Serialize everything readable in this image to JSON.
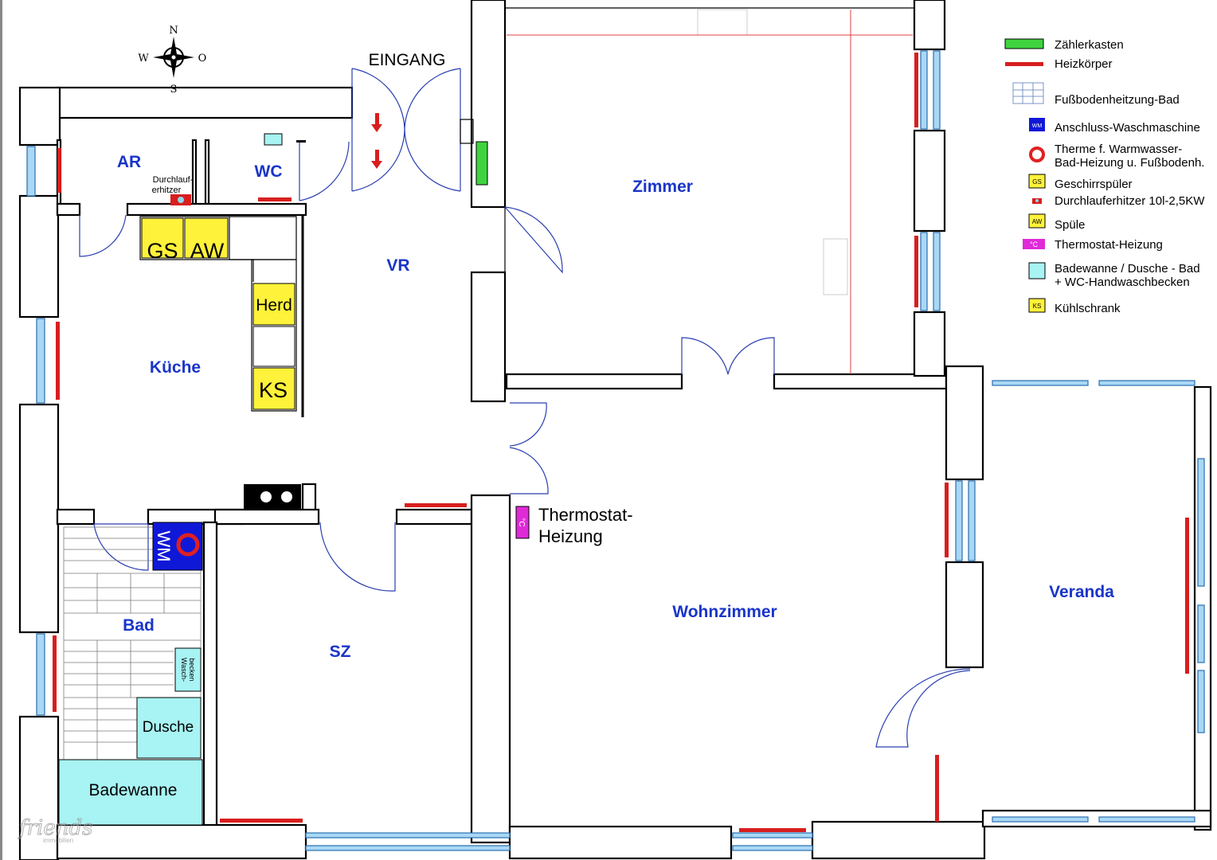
{
  "compass": {
    "n": "N",
    "s": "S",
    "w": "W",
    "o": "O"
  },
  "entrance": "EINGANG",
  "rooms": {
    "ar": "AR",
    "wc": "WC",
    "zimmer": "Zimmer",
    "vr": "VR",
    "kueche": "Küche",
    "bad": "Bad",
    "sz": "SZ",
    "wohnzimmer": "Wohnzimmer",
    "veranda": "Veranda"
  },
  "fixtures": {
    "gs": "GS",
    "aw": "AW",
    "herd": "Herd",
    "ks": "KS",
    "wm": "WM",
    "durchlauf_1": "Durchlauf-",
    "durchlauf_2": "erhitzer",
    "wasch_1": "Wasch-",
    "wasch_2": "becken",
    "dusche": "Dusche",
    "badewanne": "Badewanne",
    "thermostat_1": "Thermostat-",
    "thermostat_2": "Heizung",
    "thermostat_symbol": "°C"
  },
  "legend": [
    {
      "key": "zaehlerkasten",
      "lines": [
        "Zählerkasten"
      ]
    },
    {
      "key": "heizkoerper",
      "lines": [
        "Heizkörper"
      ]
    },
    {
      "key": "fussbodenheizung",
      "lines": [
        "Fußbodenheitzung-Bad"
      ]
    },
    {
      "key": "waschmaschine",
      "lines": [
        "Anschluss-Waschmaschine"
      ],
      "swatch_text": "WM"
    },
    {
      "key": "therme",
      "lines": [
        "Therme f. Warmwasser-",
        "Bad-Heizung u. Fußbodenh."
      ]
    },
    {
      "key": "geschirrspueler",
      "lines": [
        "Geschirrspüler"
      ],
      "swatch_text": "GS"
    },
    {
      "key": "durchlauferhitzer",
      "lines": [
        "Durchlauferhitzer 10l-2,5KW"
      ]
    },
    {
      "key": "spuele",
      "lines": [
        "Spüle"
      ],
      "swatch_text": "AW"
    },
    {
      "key": "thermostat",
      "lines": [
        "Thermostat-Heizung"
      ],
      "swatch_text": "°C"
    },
    {
      "key": "badewanne",
      "lines": [
        "Badewanne / Dusche - Bad",
        "+ WC-Handwaschbecken"
      ]
    },
    {
      "key": "kuehlschrank",
      "lines": [
        "Kühlschrank"
      ],
      "swatch_text": "KS"
    }
  ],
  "watermark": {
    "brand": "friends",
    "sub": "immobilien"
  },
  "colors": {
    "room_label": "#1a35c8",
    "radiator": "#d81e1e",
    "window": "#a9d8f5",
    "meter_box": "#3fd43f",
    "appliance": "#fff23a",
    "washer": "#1018d8",
    "thermostat": "#e02ad8",
    "bath": "#a8f3f3"
  }
}
